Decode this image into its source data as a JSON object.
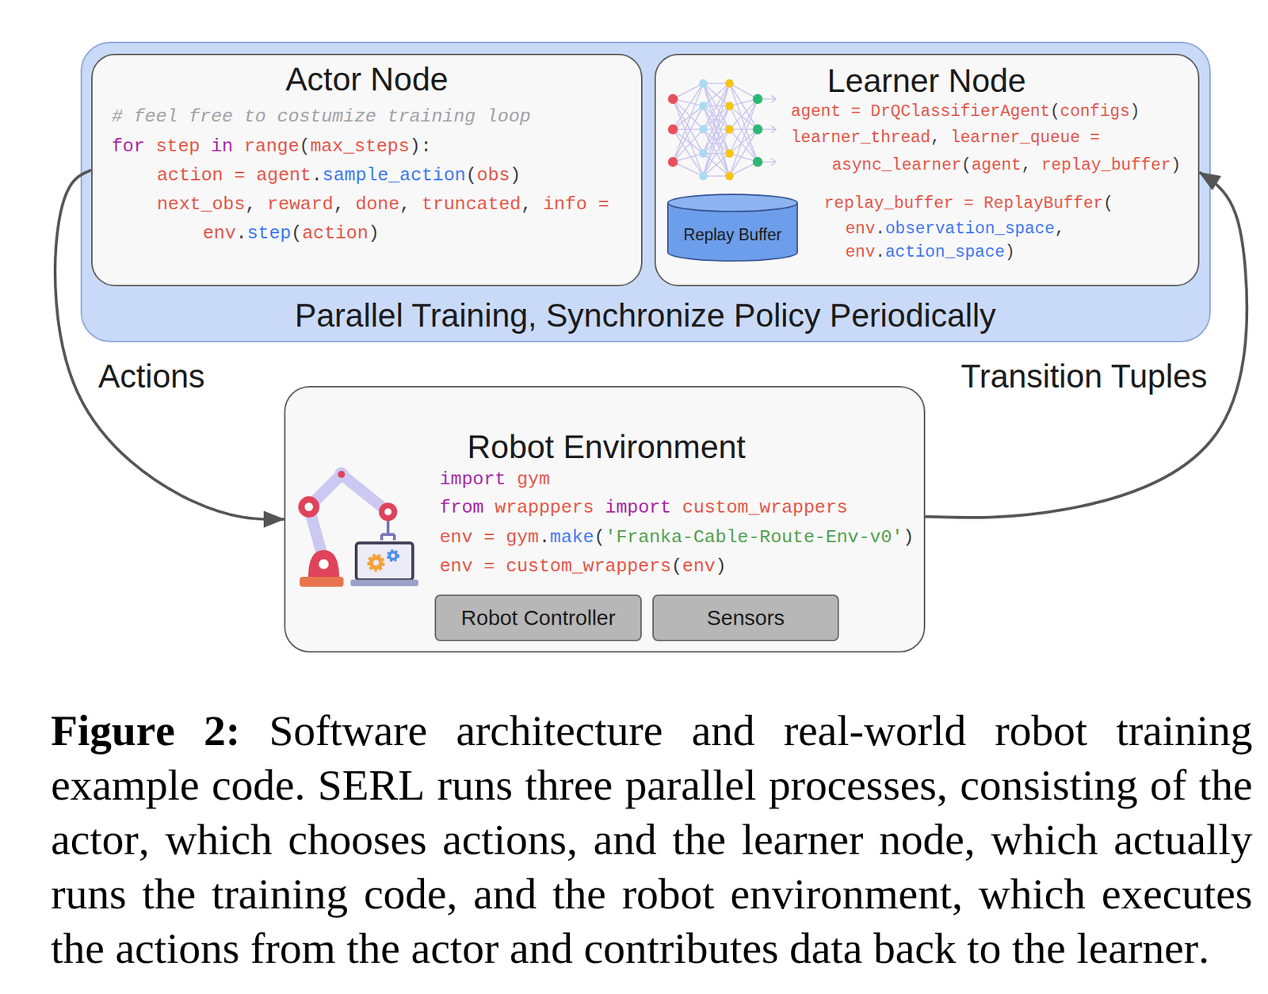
{
  "diagram": {
    "caption": "Figure 2: Software architecture and real-world robot training example code. SERL runs three parallel processes, consisting of the actor, which chooses actions, and the learner node, which actually runs the training code, and the robot environment, which executes the actions from the actor and contributes data back to the learner.",
    "nodes": [
      {
        "text": [
          "Parallel Training, Synchronize Policy Periodically"
        ]
      },
      {
        "text": [
          "Actor Node",
          "# feel free to costumize training loop",
          "for step in range(max_steps):",
          "action = agent.sample_action(obs)",
          "next_obs, reward, done, truncated, info =",
          "env.step(action)"
        ],
        "in": 0
      },
      {
        "text": [
          "Learner Node",
          "agent = DrQClassifierAgent(configs)",
          "learner_thread, learner_queue =",
          "async_learner(agent, replay_buffer)",
          "replay_buffer = ReplayBuffer(",
          "env.observation_space,",
          "env.action_space)"
        ],
        "in": 0
      },
      {
        "text": [
          "Replay Buffer"
        ],
        "in": 2
      },
      {
        "text": [
          "Robot Environment",
          "import gym",
          "from wrapppers import custom_wrappers",
          "env = gym.make('Franka-Cable-Route-Env-v0')",
          "env = custom_wrappers(env)"
        ]
      },
      {
        "text": [
          "Robot Controller"
        ],
        "in": 4
      },
      {
        "text": [
          "Sensors"
        ],
        "in": 4
      }
    ],
    "edges": [
      {
        "from": 1,
        "to": 4,
        "label": "Actions",
        "arrow": "to"
      },
      {
        "from": 4,
        "to": 2,
        "label": "Transition Tuples",
        "arrow": "to"
      }
    ]
  }
}
